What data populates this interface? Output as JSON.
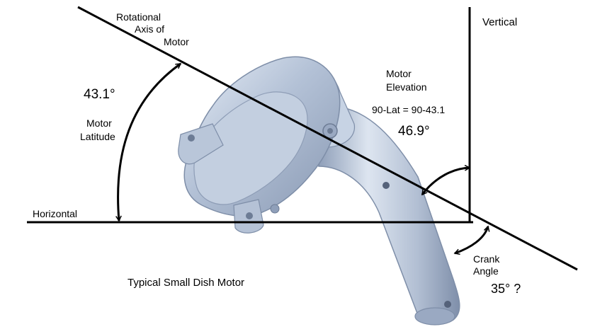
{
  "labels": {
    "rotational_axis_line1": "Rotational",
    "rotational_axis_line2": "Axis of",
    "rotational_axis_line3": "Motor",
    "vertical": "Vertical",
    "latitude_value": "43.1°",
    "motor_latitude_line1": "Motor",
    "motor_latitude_line2": "Latitude",
    "motor_elevation_line1": "Motor",
    "motor_elevation_line2": "Elevation",
    "elevation_formula": "90-Lat = 90-43.1",
    "elevation_value": "46.9°",
    "horizontal": "Horizontal",
    "crank_angle_line1": "Crank",
    "crank_angle_line2": "Angle",
    "crank_value": "35° ?",
    "caption": "Typical Small Dish Motor"
  },
  "colors": {
    "line": "#000000",
    "motor_body": "#a9b8d0",
    "motor_highlight": "#dfe7f2",
    "motor_shadow": "#7e8ea8"
  },
  "illustration": "dish-motor-photo"
}
